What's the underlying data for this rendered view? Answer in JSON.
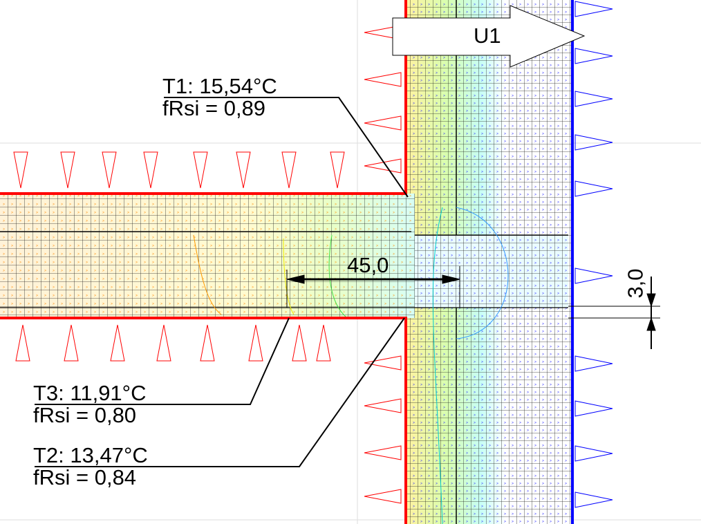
{
  "arrow_label": "U1",
  "points": [
    {
      "temp": "T1: 15,54°C",
      "frsi": "fRsi = 0,89"
    },
    {
      "temp": "T3: 11,91°C",
      "frsi": "fRsi = 0,80"
    },
    {
      "temp": "T2: 13,47°C",
      "frsi": "fRsi = 0,84"
    }
  ],
  "dimensions": {
    "slab_length": "45,0",
    "offset": "3,0"
  },
  "colors": {
    "interior_boundary": "#ff0000",
    "exterior_boundary": "#0000ff",
    "mesh": "#000000"
  }
}
